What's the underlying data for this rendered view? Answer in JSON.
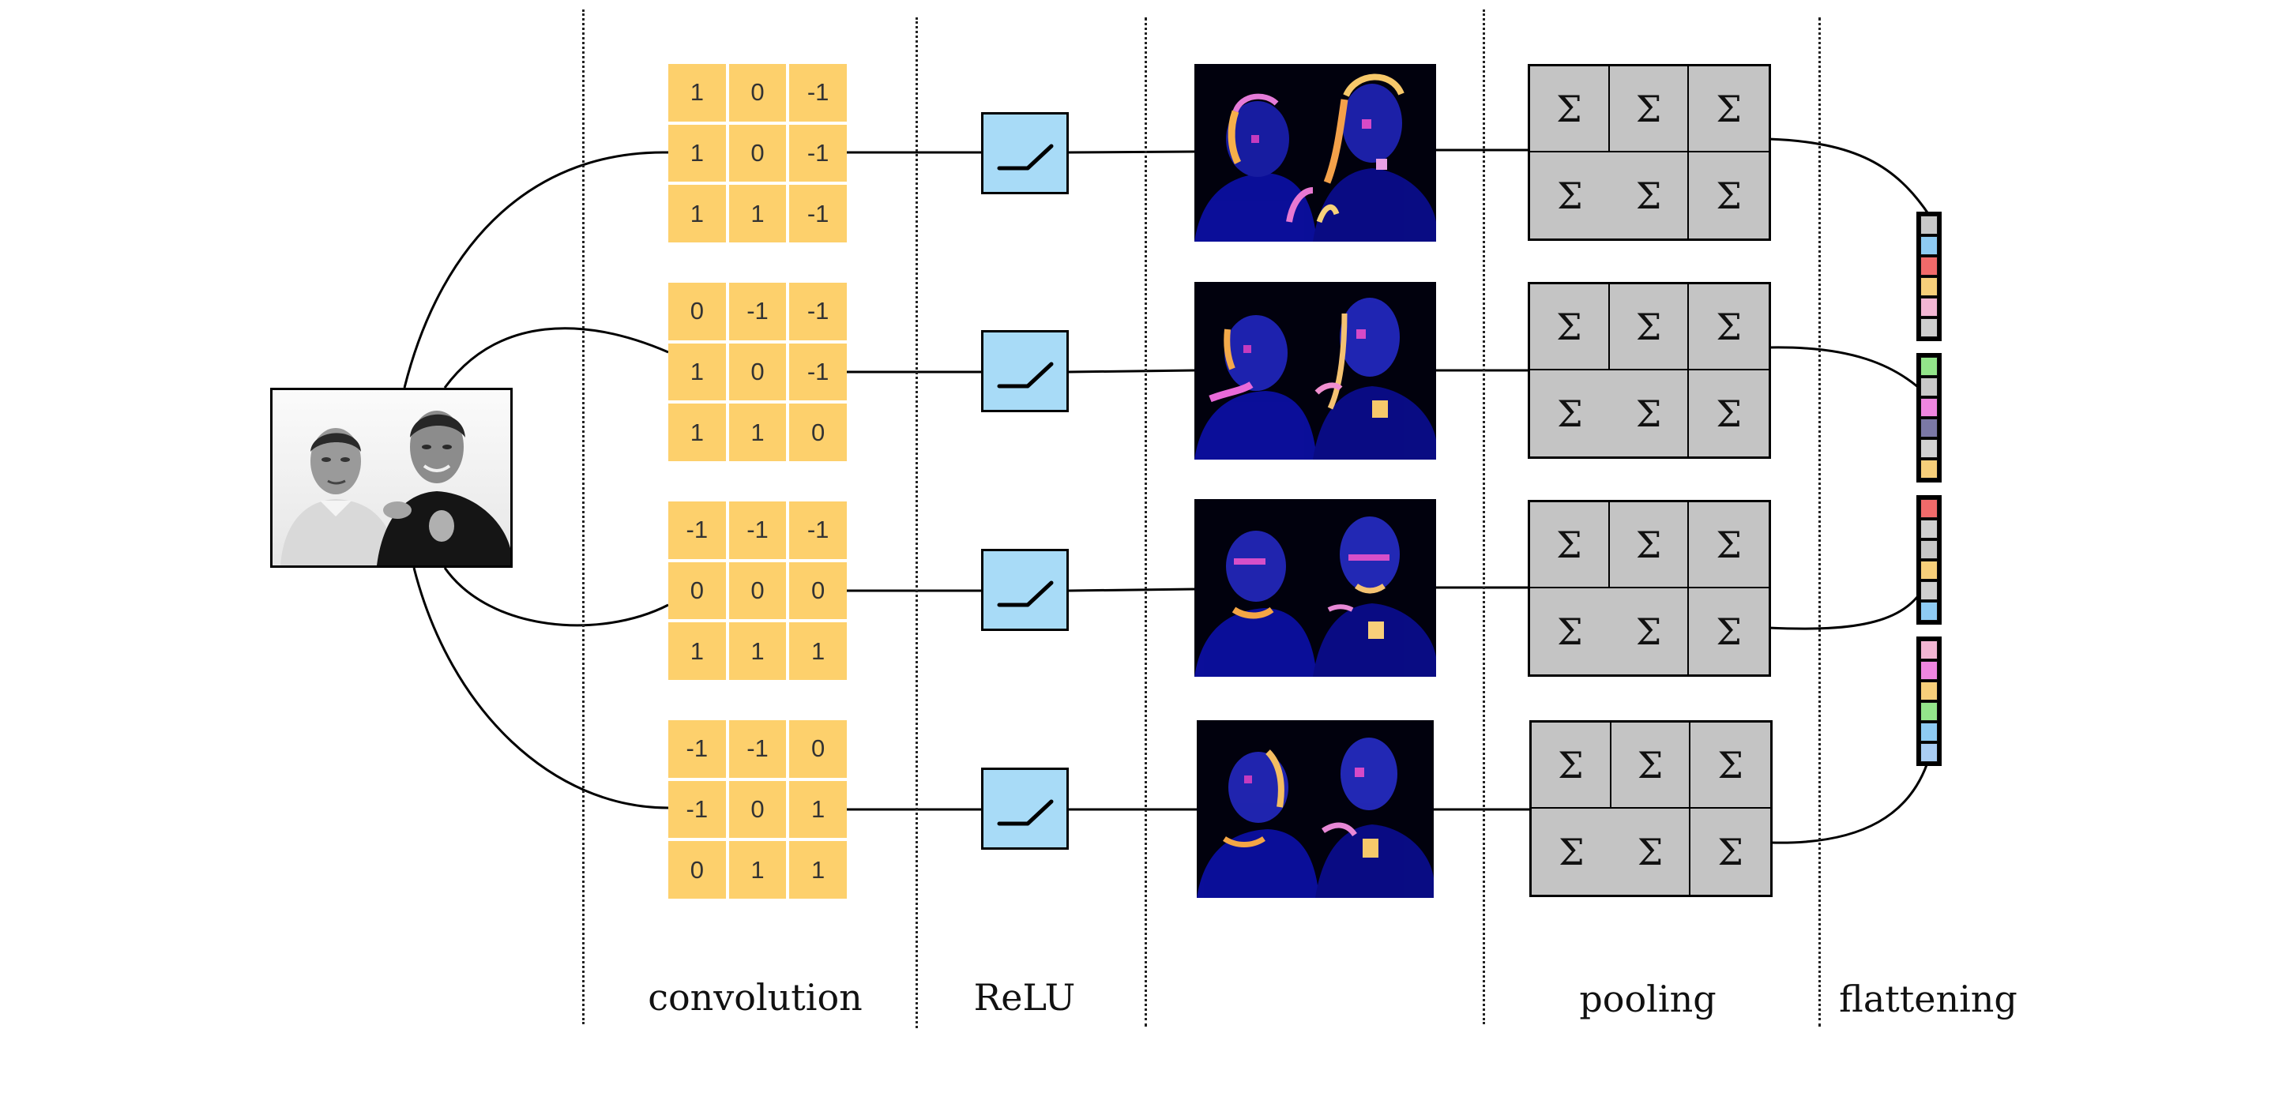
{
  "stages": {
    "convolution": "convolution",
    "relu": "ReLU",
    "pooling": "pooling",
    "flattening": "flattening"
  },
  "pool_symbol": "Σ",
  "kernels": [
    [
      [
        "1",
        "0",
        "-1"
      ],
      [
        "1",
        "0",
        "-1"
      ],
      [
        "1",
        "1",
        "-1"
      ]
    ],
    [
      [
        "0",
        "-1",
        "-1"
      ],
      [
        "1",
        "0",
        "-1"
      ],
      [
        "1",
        "1",
        "0"
      ]
    ],
    [
      [
        "-1",
        "-1",
        "-1"
      ],
      [
        "0",
        "0",
        "0"
      ],
      [
        "1",
        "1",
        "1"
      ]
    ],
    [
      [
        "-1",
        "-1",
        "0"
      ],
      [
        "-1",
        "0",
        "1"
      ],
      [
        "0",
        "1",
        "1"
      ]
    ]
  ],
  "colors": {
    "kernel_cell": "#fdd06c",
    "relu_box": "#a8dbf7",
    "pool_box": "#c4c4c4",
    "feature_map_bg": "#01010d"
  },
  "flattened_vectors": [
    [
      "#c8c8c8",
      "#8ecbf3",
      "#f06a6a",
      "#f7cf7a",
      "#f2b6d3",
      "#cfcfcf"
    ],
    [
      "#93e58a",
      "#c8c8c8",
      "#ef86e0",
      "#7b78a6",
      "#d2d2d2",
      "#f7cf7a"
    ],
    [
      "#f06a6a",
      "#cfcfcf",
      "#c8c8c8",
      "#f7cf7a",
      "#cfcfcf",
      "#8ecbf3"
    ],
    [
      "#f2b6d3",
      "#ef86e0",
      "#f7cf7a",
      "#93e58a",
      "#8ecbf3",
      "#a9cdf4"
    ]
  ]
}
